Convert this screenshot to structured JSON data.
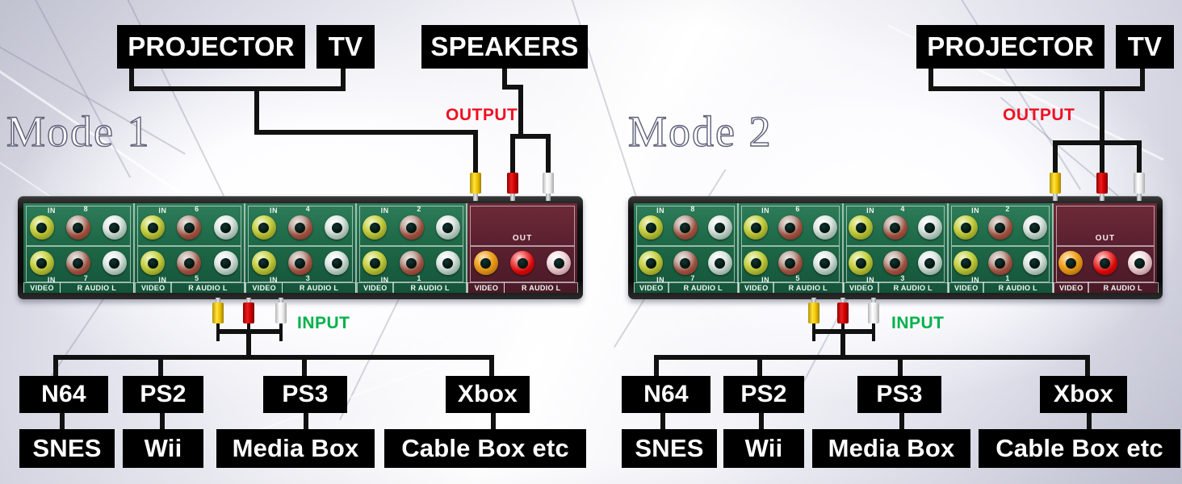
{
  "panels": [
    {
      "mode_label": "Mode 1",
      "output_tag": "OUTPUT",
      "input_tag": "INPUT",
      "top_boxes": [
        {
          "label": "PROJECTOR"
        },
        {
          "label": "TV"
        },
        {
          "label": "SPEAKERS"
        }
      ],
      "device": {
        "input_groups": [
          {
            "top_label": "IN",
            "top_number": "8",
            "bottom_label": "IN",
            "bottom_number": "7",
            "jack_colors_top": [
              "yellow",
              "red",
              "white"
            ],
            "jack_colors_bottom": [
              "yellow",
              "red",
              "white"
            ],
            "bottom_bar": [
              "VIDEO",
              "R AUDIO L"
            ]
          },
          {
            "top_label": "IN",
            "top_number": "6",
            "bottom_label": "IN",
            "bottom_number": "5",
            "jack_colors_top": [
              "yellow",
              "red",
              "white"
            ],
            "jack_colors_bottom": [
              "yellow",
              "red",
              "white"
            ],
            "bottom_bar": [
              "VIDEO",
              "R AUDIO L"
            ]
          },
          {
            "top_label": "IN",
            "top_number": "4",
            "bottom_label": "IN",
            "bottom_number": "3",
            "jack_colors_top": [
              "yellow",
              "red",
              "white"
            ],
            "jack_colors_bottom": [
              "yellow",
              "red",
              "white"
            ],
            "bottom_bar": [
              "VIDEO",
              "R AUDIO L"
            ]
          },
          {
            "top_label": "IN",
            "top_number": "2",
            "bottom_label": "IN",
            "bottom_number": "1",
            "jack_colors_top": [
              "yellow",
              "red",
              "white"
            ],
            "jack_colors_bottom": [
              "yellow",
              "red",
              "white"
            ],
            "bottom_bar": [
              "VIDEO",
              "R AUDIO L"
            ]
          }
        ],
        "output_group": {
          "label": "OUT",
          "jack_colors": [
            "oyellow",
            "ored",
            "owhite"
          ],
          "bottom_bar": [
            "VIDEO",
            "R AUDIO L"
          ]
        }
      },
      "source_row_top": [
        {
          "label": "N64"
        },
        {
          "label": "PS2"
        },
        {
          "label": "PS3"
        },
        {
          "label": "Xbox"
        }
      ],
      "source_row_bottom": [
        {
          "label": "SNES"
        },
        {
          "label": "Wii"
        },
        {
          "label": "Media Box"
        },
        {
          "label": "Cable Box etc"
        }
      ]
    },
    {
      "mode_label": "Mode 2",
      "output_tag": "OUTPUT",
      "input_tag": "INPUT",
      "top_boxes": [
        {
          "label": "PROJECTOR"
        },
        {
          "label": "TV"
        }
      ],
      "device": {
        "input_groups": [
          {
            "top_label": "IN",
            "top_number": "8",
            "bottom_label": "IN",
            "bottom_number": "7",
            "jack_colors_top": [
              "yellow",
              "red",
              "white"
            ],
            "jack_colors_bottom": [
              "yellow",
              "red",
              "white"
            ],
            "bottom_bar": [
              "VIDEO",
              "R AUDIO L"
            ]
          },
          {
            "top_label": "IN",
            "top_number": "6",
            "bottom_label": "IN",
            "bottom_number": "5",
            "jack_colors_top": [
              "yellow",
              "red",
              "white"
            ],
            "jack_colors_bottom": [
              "yellow",
              "red",
              "white"
            ],
            "bottom_bar": [
              "VIDEO",
              "R AUDIO L"
            ]
          },
          {
            "top_label": "IN",
            "top_number": "4",
            "bottom_label": "IN",
            "bottom_number": "3",
            "jack_colors_top": [
              "yellow",
              "red",
              "white"
            ],
            "jack_colors_bottom": [
              "yellow",
              "red",
              "white"
            ],
            "bottom_bar": [
              "VIDEO",
              "R AUDIO L"
            ]
          },
          {
            "top_label": "IN",
            "top_number": "2",
            "bottom_label": "IN",
            "bottom_number": "1",
            "jack_colors_top": [
              "yellow",
              "red",
              "white"
            ],
            "jack_colors_bottom": [
              "yellow",
              "red",
              "white"
            ],
            "bottom_bar": [
              "VIDEO",
              "R AUDIO L"
            ]
          }
        ],
        "output_group": {
          "label": "OUT",
          "jack_colors": [
            "oyellow",
            "ored",
            "owhite"
          ],
          "bottom_bar": [
            "VIDEO",
            "R AUDIO L"
          ]
        }
      },
      "source_row_top": [
        {
          "label": "N64"
        },
        {
          "label": "PS2"
        },
        {
          "label": "PS3"
        },
        {
          "label": "Xbox"
        }
      ],
      "source_row_bottom": [
        {
          "label": "SNES"
        },
        {
          "label": "Wii"
        },
        {
          "label": "Media Box"
        },
        {
          "label": "Cable Box etc"
        }
      ]
    }
  ],
  "colors": {
    "output_tag": "#ee1122",
    "input_tag": "#00b24a",
    "box_bg": "#000000",
    "box_text": "#ffffff",
    "panel_green": "#1f6a48",
    "panel_maroon": "#5c2130",
    "plug_yellow": "#f2c400",
    "plug_red": "#cf0000",
    "plug_white": "#ededed"
  }
}
